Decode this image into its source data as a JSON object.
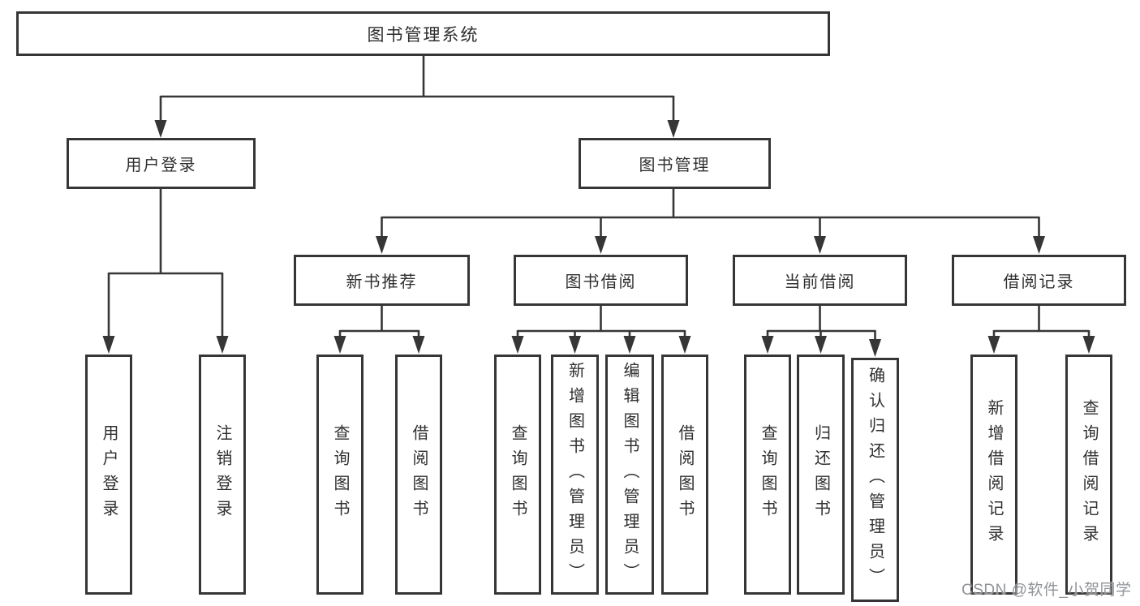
{
  "tree": {
    "root": "图书管理系统",
    "level2": [
      {
        "label": "用户登录",
        "children": [
          "用户登录",
          "注销登录"
        ]
      },
      {
        "label": "图书管理"
      }
    ],
    "level3": [
      {
        "label": "新书推荐",
        "children": [
          "查询图书",
          "借阅图书"
        ]
      },
      {
        "label": "图书借阅",
        "children": [
          "查询图书",
          "新增图书（管理员）",
          "编辑图书（管理员）",
          "借阅图书"
        ]
      },
      {
        "label": "当前借阅",
        "children": [
          "查询图书",
          "归还图书",
          "确认归还（管理员）"
        ]
      },
      {
        "label": "借阅记录",
        "children": [
          "新增借阅记录",
          "查询借阅记录"
        ]
      }
    ]
  },
  "watermark": "CSDN @软件_小贺同学",
  "colors": {
    "line": "#363636",
    "text": "#2f2f2f",
    "watermark": "#909398",
    "background": "#ffffff"
  }
}
